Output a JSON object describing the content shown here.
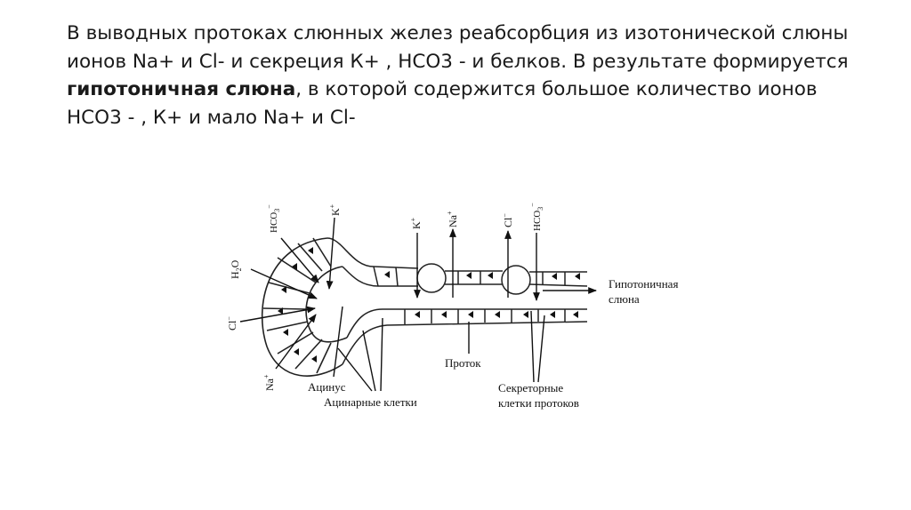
{
  "slide": {
    "text_before": "В выводных протоках слюнных желез реабсорбция из изотонической слюны ионов Na+ и Cl- и секреция К+ , НСО3 - и белков. В результате формируется ",
    "text_bold": "гипотоничная слюна",
    "text_after": ", в которой содержится большое количество ионов НСО3 - , К+ и мало Na+ и Cl-"
  },
  "diagram": {
    "ions": {
      "hco3": "HCO",
      "hco3_sub": "3",
      "hco3_minus": "−",
      "k_plus": "K",
      "plus": "+",
      "h2o_h": "H",
      "h2o_sub": "2",
      "h2o_o": "O",
      "cl": "Cl",
      "minus": "−",
      "na": "Na"
    },
    "labels": {
      "output_line1": "Гипотоничная",
      "output_line2": "слюна",
      "duct": "Проток",
      "acinus": "Ацинус",
      "acinar_cells": "Ацинарные клетки",
      "secretory_line1": "Секреторные",
      "secretory_line2": "клетки протоков"
    }
  }
}
